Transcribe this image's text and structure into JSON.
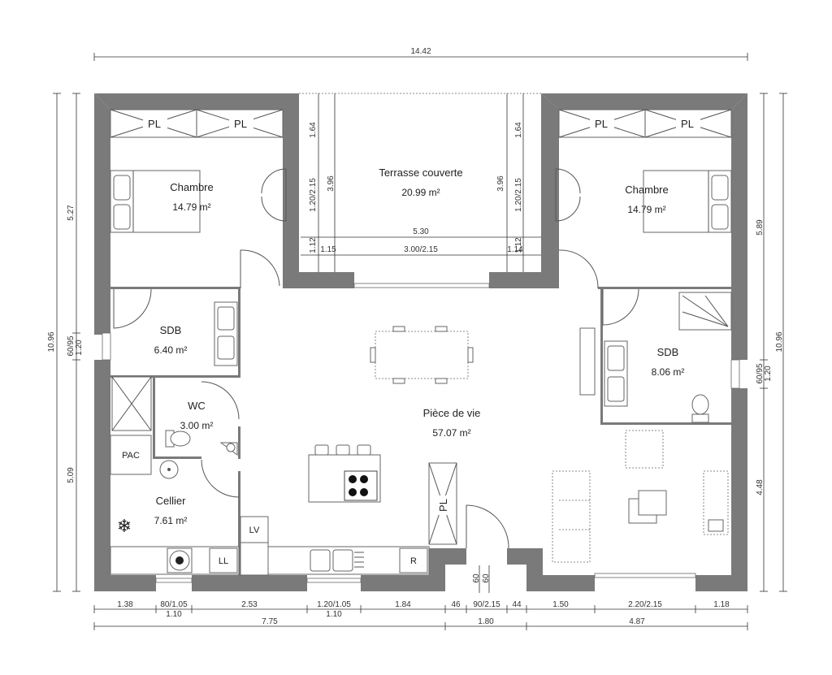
{
  "dimensions": {
    "total_width": "14.42",
    "left_height": "10.96",
    "right_height": "10.96",
    "left_upper": "5.27",
    "left_lower": "5.09",
    "left_window": "60/95",
    "left_window_h": "1.20",
    "right_upper": "5.89",
    "right_lower": "4.48",
    "right_window": "60/95",
    "right_window_h": "1.20",
    "terrace_left_depth": "1.64",
    "terrace_left_door": "1.20/2.15",
    "terrace_left_total": "3.96",
    "terrace_right_depth": "1.64",
    "terrace_right_door": "1.20/2.15",
    "terrace_right_total": "3.96",
    "terrace_width": "5.30",
    "terrace_pillar_l": "1.12",
    "terrace_pillar_r": "1.12",
    "terrace_seg_l": "1.15",
    "terrace_bay": "3.00/2.15",
    "terrace_seg_r": "1.14",
    "entry_depth_a": "60",
    "entry_depth_b": "60",
    "bottom_row1": [
      "1.38",
      "80/1.05",
      "2.53",
      "1.20/1.05",
      "1.84",
      "46",
      "90/2.15",
      "44",
      "1.50",
      "2.20/2.15",
      "1.18"
    ],
    "bottom_row1b": [
      "1.10",
      "1.10"
    ],
    "bottom_row2": [
      "7.75",
      "1.80",
      "4.87"
    ]
  },
  "rooms": [
    {
      "name": "Chambre",
      "area": "14.79 m²"
    },
    {
      "name": "Terrasse couverte",
      "area": "20.99 m²"
    },
    {
      "name": "Chambre",
      "area": "14.79 m²"
    },
    {
      "name": "SDB",
      "area": "6.40 m²"
    },
    {
      "name": "WC",
      "area": "3.00 m²"
    },
    {
      "name": "Pièce de vie",
      "area": "57.07 m²"
    },
    {
      "name": "SDB",
      "area": "8.06 m²"
    },
    {
      "name": "Cellier",
      "area": "7.61 m²"
    }
  ],
  "labels": {
    "pl": "PL",
    "pac": "PAC",
    "lv": "LV",
    "ll": "LL",
    "r": "R"
  },
  "colors": {
    "wall": "#7a7a7a",
    "line": "#555555",
    "background": "#ffffff"
  }
}
